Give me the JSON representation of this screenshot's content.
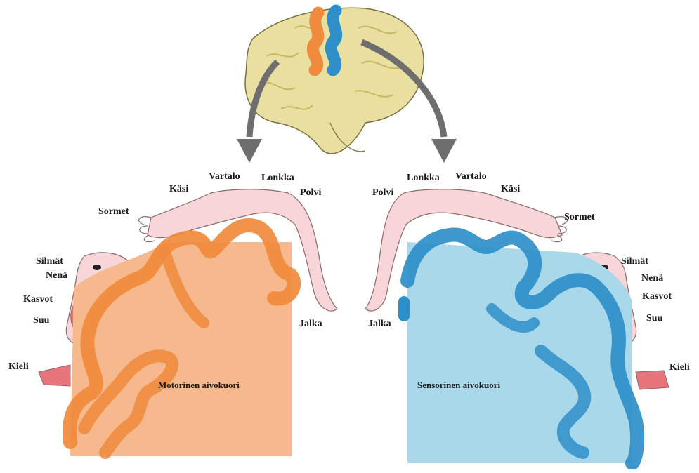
{
  "colors": {
    "motor": "#F08A3C",
    "motor_fill": "#F6B98D",
    "sensory": "#2E8FC9",
    "sensory_fill": "#A9D8EA",
    "brain": "#E9DFA0",
    "skin": "#F8D5D8",
    "tongue": "#E8747C",
    "arrow": "#6E6E6E"
  },
  "motor": {
    "title": "Motorinen aivokuori",
    "labels": {
      "hand": "Käsi",
      "trunk": "Vartalo",
      "hip": "Lonkka",
      "knee": "Polvi",
      "fingers": "Sormet",
      "eyes": "Silmät",
      "nose": "Nenä",
      "face": "Kasvot",
      "mouth": "Suu",
      "tongue": "Kieli",
      "foot": "Jalka"
    }
  },
  "sensory": {
    "title": "Sensorinen aivokuori",
    "labels": {
      "knee": "Polvi",
      "hip": "Lonkka",
      "trunk": "Vartalo",
      "hand": "Käsi",
      "fingers": "Sormet",
      "eyes": "Silmät",
      "nose": "Nenä",
      "face": "Kasvot",
      "mouth": "Suu",
      "tongue": "Kieli",
      "foot": "Jalka"
    }
  }
}
